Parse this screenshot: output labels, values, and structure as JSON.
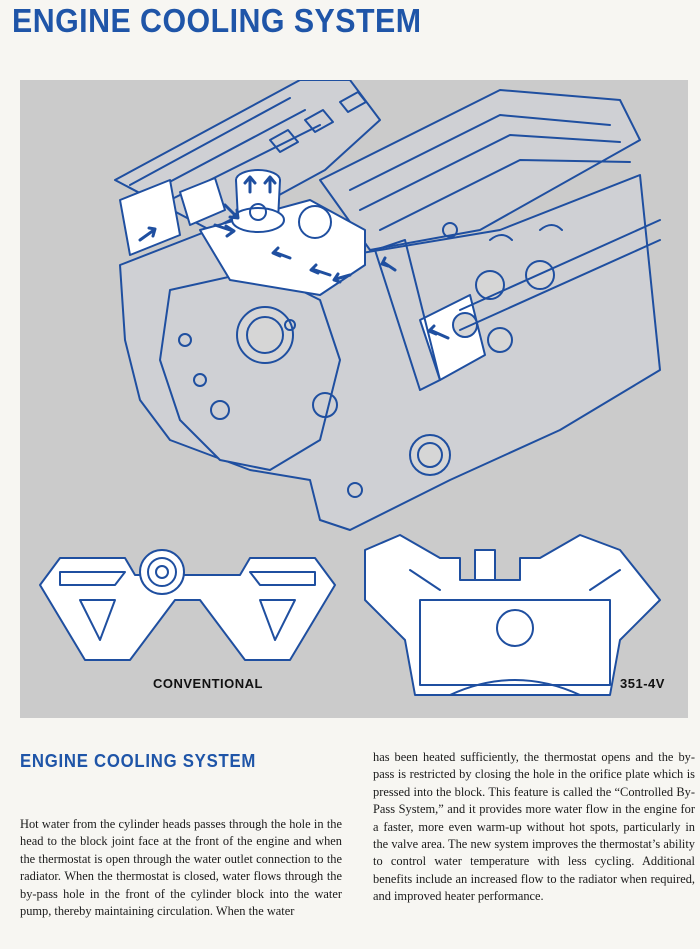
{
  "page": {
    "title": "ENGINE COOLING SYSTEM"
  },
  "figure": {
    "caption_left": "CONVENTIONAL",
    "caption_right": "351-4V",
    "colors": {
      "line": "#1f4fa0",
      "background": "#cbcbcb",
      "highlight": "#ffffff"
    }
  },
  "article": {
    "heading": "ENGINE COOLING SYSTEM",
    "column_left": "Hot water from the cylinder heads passes through the hole in the head to the block joint face at the front of the engine and when the thermostat is open through the water outlet connection to the radiator. When the thermostat is closed, water flows through the by-pass hole in the front of the cylinder block into the water pump, thereby maintaining circulation. When the water",
    "column_right": "has been heated sufficiently, the thermostat opens and the by-pass is restricted by closing the hole in the orifice plate which is pressed into the block. This feature is called the “Controlled By-Pass System,” and it provides more water flow in the engine for a faster, more even warm-up without hot spots, particularly in the valve area. The new system improves the thermostat’s ability to control water temperature with less cycling. Additional benefits include an increased flow to the radiator when required, and improved heater performance."
  }
}
